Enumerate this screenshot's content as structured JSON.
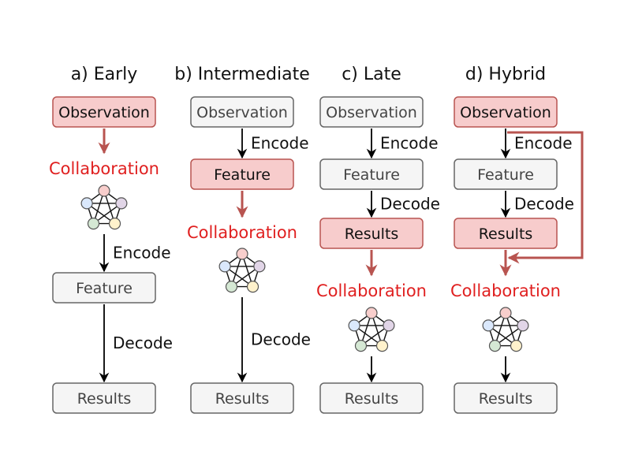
{
  "colors": {
    "highlight_fill": "#f7cccc",
    "highlight_stroke": "#b85450",
    "plain_fill": "#f5f5f5",
    "plain_stroke": "#666666",
    "collab_red": "#e02020",
    "arrow_red": "#b85450",
    "arrow_black": "#000000",
    "node_colors": [
      "#f8cecc",
      "#e1d5e7",
      "#fff2cc",
      "#d5e8d4",
      "#dae8fc"
    ]
  },
  "icons": {
    "collaboration_graph": "complete-graph-5-node-icon"
  },
  "columns": [
    {
      "id": "early",
      "title": "a) Early",
      "observation": "Observation",
      "steps": [
        {
          "kind": "box",
          "text": "Observation",
          "highlight": true
        },
        {
          "kind": "arrow",
          "style": "red"
        },
        {
          "kind": "collab",
          "text": "Collaboration"
        },
        {
          "kind": "graph"
        },
        {
          "kind": "arrow",
          "style": "black",
          "label": "Encode"
        },
        {
          "kind": "box",
          "text": "Feature",
          "highlight": false
        },
        {
          "kind": "arrow",
          "style": "black",
          "label": "Decode"
        },
        {
          "kind": "box",
          "text": "Results",
          "highlight": false
        }
      ]
    },
    {
      "id": "intermediate",
      "title": "b) Intermediate",
      "steps": [
        {
          "kind": "box",
          "text": "Observation",
          "highlight": false
        },
        {
          "kind": "arrow",
          "style": "black",
          "label": "Encode"
        },
        {
          "kind": "box",
          "text": "Feature",
          "highlight": true
        },
        {
          "kind": "arrow",
          "style": "red"
        },
        {
          "kind": "collab",
          "text": "Collaboration"
        },
        {
          "kind": "graph"
        },
        {
          "kind": "arrow",
          "style": "black",
          "label": "Decode"
        },
        {
          "kind": "box",
          "text": "Results",
          "highlight": false
        }
      ]
    },
    {
      "id": "late",
      "title": "c) Late",
      "steps": [
        {
          "kind": "box",
          "text": "Observation",
          "highlight": false
        },
        {
          "kind": "arrow",
          "style": "black",
          "label": "Encode"
        },
        {
          "kind": "box",
          "text": "Feature",
          "highlight": false
        },
        {
          "kind": "arrow",
          "style": "black",
          "label": "Decode"
        },
        {
          "kind": "box",
          "text": "Results",
          "highlight": true
        },
        {
          "kind": "arrow",
          "style": "red"
        },
        {
          "kind": "collab",
          "text": "Collaboration"
        },
        {
          "kind": "graph"
        },
        {
          "kind": "arrow",
          "style": "black"
        },
        {
          "kind": "box",
          "text": "Results",
          "highlight": false
        }
      ]
    },
    {
      "id": "hybrid",
      "title": "d) Hybrid",
      "steps": [
        {
          "kind": "box",
          "text": "Observation",
          "highlight": true
        },
        {
          "kind": "arrow",
          "style": "black",
          "label": "Encode"
        },
        {
          "kind": "box",
          "text": "Feature",
          "highlight": false
        },
        {
          "kind": "arrow",
          "style": "black",
          "label": "Decode"
        },
        {
          "kind": "box",
          "text": "Results",
          "highlight": true
        },
        {
          "kind": "arrow",
          "style": "red"
        },
        {
          "kind": "collab",
          "text": "Collaboration"
        },
        {
          "kind": "graph"
        },
        {
          "kind": "arrow",
          "style": "black"
        },
        {
          "kind": "box",
          "text": "Results",
          "highlight": false
        }
      ]
    }
  ]
}
